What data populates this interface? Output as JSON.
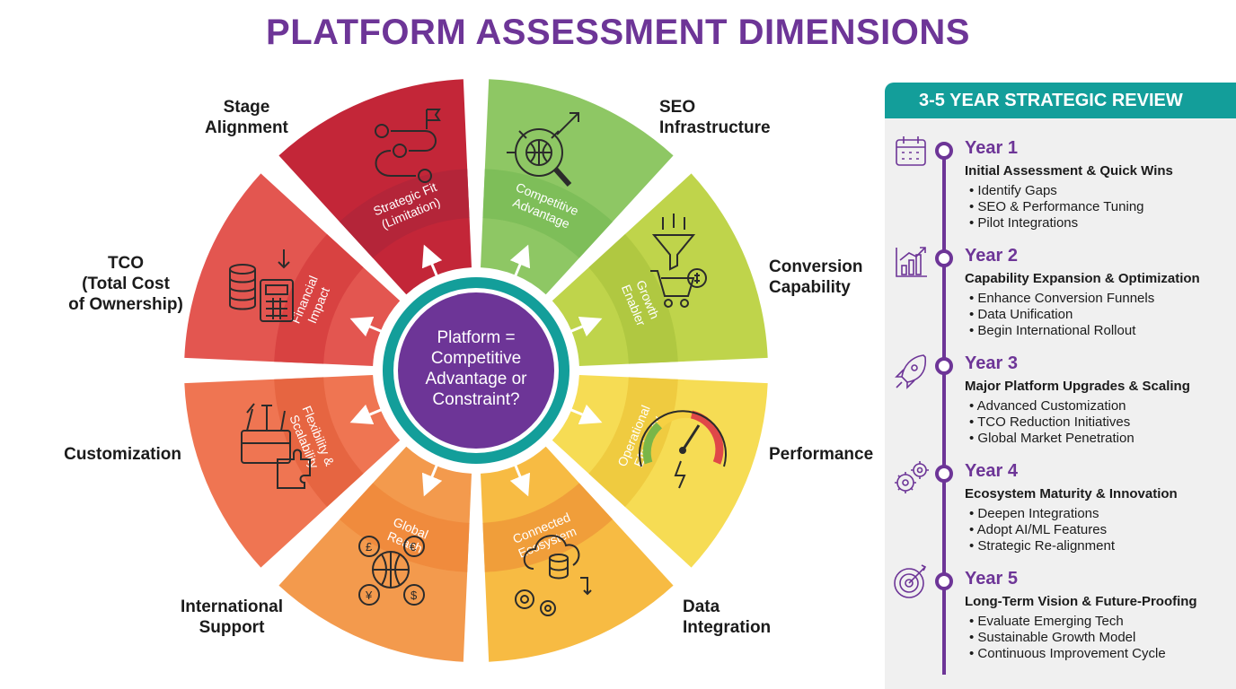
{
  "title": "PLATFORM ASSESSMENT DIMENSIONS",
  "wheel": {
    "center_lines": [
      "Platform =",
      "Competitive",
      "Advantage or",
      "Constraint?"
    ],
    "colors": {
      "seg_red_dark": "#c32638",
      "seg_red": "#e35650",
      "seg_orange_red": "#ef7552",
      "seg_orange": "#f39a4d",
      "seg_yellow_orange": "#f7bb43",
      "seg_yellow": "#f6dc54",
      "seg_lime": "#bfd44b",
      "seg_green": "#8ec764",
      "center": "#6d3597",
      "center_ring": "#139e9a"
    },
    "dimensions": [
      {
        "key": "stage",
        "lines": [
          "Stage",
          "Alignment"
        ],
        "icon": "roadmap-flag-icon"
      },
      {
        "key": "seo",
        "lines": [
          "SEO",
          "Infrastructure"
        ],
        "icon": "globe-magnifier-icon"
      },
      {
        "key": "conversion",
        "lines": [
          "Conversion",
          "Capability"
        ],
        "icon": "funnel-cart-icon"
      },
      {
        "key": "performance",
        "lines": [
          "Performance"
        ],
        "icon": "speedometer-icon"
      },
      {
        "key": "data",
        "lines": [
          "Data",
          "Integration"
        ],
        "icon": "cloud-database-gears-icon"
      },
      {
        "key": "international",
        "lines": [
          "International",
          "Support"
        ],
        "icon": "currency-globe-icon"
      },
      {
        "key": "customization",
        "lines": [
          "Customization"
        ],
        "icon": "toolbox-puzzle-icon"
      },
      {
        "key": "tco",
        "lines": [
          "TCO",
          "(Total Cost",
          "of Ownership)"
        ],
        "icon": "coins-calculator-icon"
      }
    ],
    "ring_labels": [
      {
        "lines": [
          "Strategic Fit",
          "(Limitation)"
        ]
      },
      {
        "lines": [
          "Competitive",
          "Advantage"
        ]
      },
      {
        "lines": [
          "Growth",
          "Enabler"
        ]
      },
      {
        "lines": [
          "Operational",
          "Efficiency"
        ]
      },
      {
        "lines": [
          "Connected",
          "Ecosystem"
        ]
      },
      {
        "lines": [
          "Global",
          "Reach"
        ]
      },
      {
        "lines": [
          "Flexibility &",
          "Scalability"
        ]
      },
      {
        "lines": [
          "Financial",
          "Impact"
        ]
      }
    ]
  },
  "timeline": {
    "header": "3-5 YEAR STRATEGIC REVIEW",
    "accent": "#6d3597",
    "header_color": "#139e9a",
    "years": [
      {
        "title": "Year 1",
        "subtitle": "Initial Assessment & Quick Wins",
        "icon": "calendar-icon",
        "items": [
          "• Identify Gaps",
          "• SEO & Performance Tuning",
          "• Pilot Integrations"
        ]
      },
      {
        "title": "Year 2",
        "subtitle": "Capability Expansion & Optimization",
        "icon": "growth-chart-icon",
        "items": [
          "• Enhance Conversion Funnels",
          "• Data Unification",
          "• Begin International Rollout"
        ]
      },
      {
        "title": "Year 3",
        "subtitle": "Major Platform Upgrades & Scaling",
        "icon": "rocket-icon",
        "items": [
          "• Advanced Customization",
          "• TCO Reduction Initiatives",
          "• Global Market Penetration"
        ]
      },
      {
        "title": "Year 4",
        "subtitle": "Ecosystem Maturity & Innovation",
        "icon": "gears-icon",
        "items": [
          "• Deepen Integrations",
          "• Adopt AI/ML Features",
          "• Strategic Re-alignment"
        ]
      },
      {
        "title": "Year 5",
        "subtitle": "Long-Term Vision & Future-Proofing",
        "icon": "target-icon",
        "items": [
          "• Evaluate Emerging Tech",
          "• Sustainable Growth Model",
          "• Continuous Improvement Cycle"
        ]
      }
    ]
  }
}
